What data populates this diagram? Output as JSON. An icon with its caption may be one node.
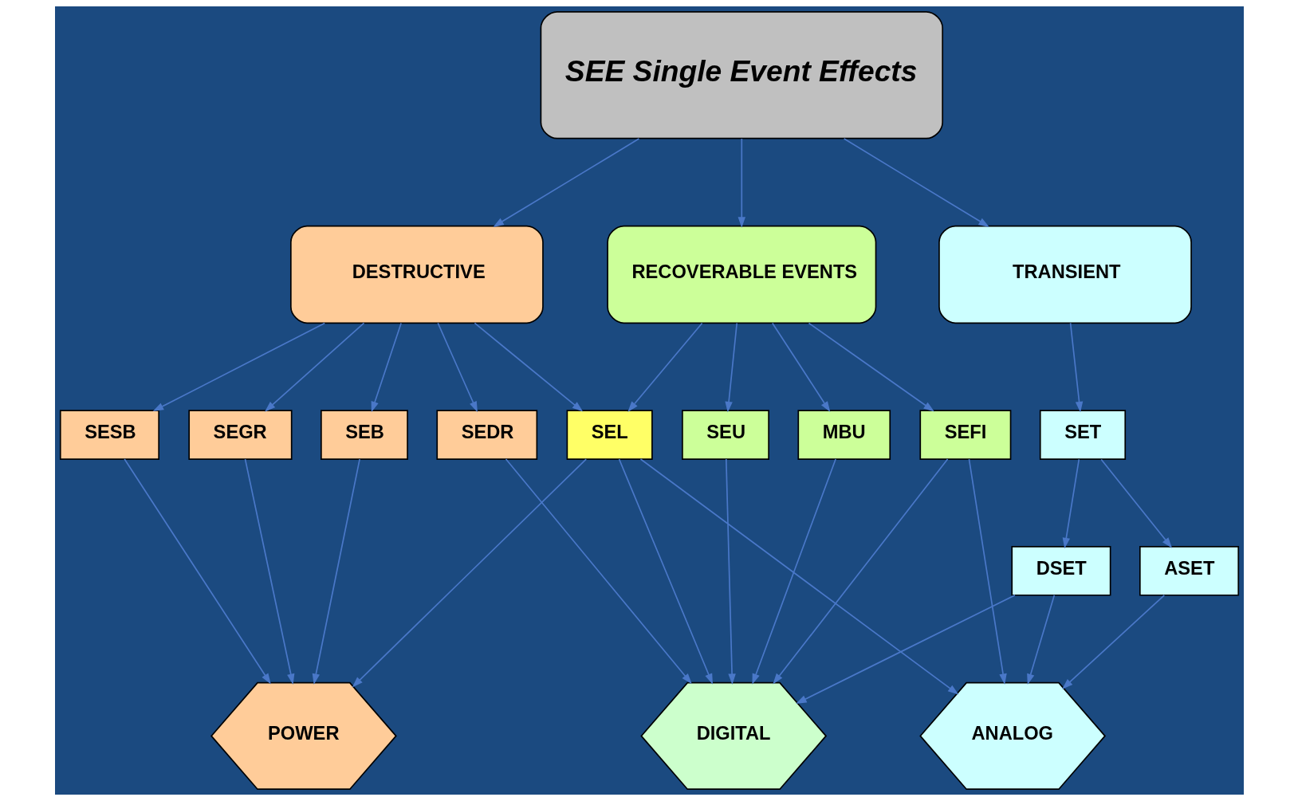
{
  "diagram": {
    "nodes": [
      {
        "text": [
          "SEE Single Event Effects"
        ]
      },
      {
        "text": [
          "DESTRUCTIVE"
        ]
      },
      {
        "text": [
          "RECOVERABLE EVENTS"
        ]
      },
      {
        "text": [
          "TRANSIENT"
        ]
      },
      {
        "text": [
          "SEB"
        ]
      },
      {
        "text": [
          "SEGR"
        ]
      },
      {
        "text": [
          "SESB"
        ]
      },
      {
        "text": [
          "SEDR"
        ]
      },
      {
        "text": [
          "SEL"
        ]
      },
      {
        "text": [
          "SEU"
        ]
      },
      {
        "text": [
          "MBU"
        ]
      },
      {
        "text": [
          "SEFI"
        ]
      },
      {
        "text": [
          "SET"
        ]
      },
      {
        "text": [
          "DSET"
        ]
      },
      {
        "text": [
          "ASET"
        ]
      },
      {
        "text": [
          "POWER"
        ]
      },
      {
        "text": [
          "DIGITAL"
        ]
      },
      {
        "text": [
          "ANALOG"
        ]
      }
    ],
    "edges": [
      {
        "from": 0,
        "to": 1,
        "arrow": "to"
      },
      {
        "from": 0,
        "to": 2,
        "arrow": "to"
      },
      {
        "from": 0,
        "to": 3,
        "arrow": "to"
      },
      {
        "from": 1,
        "to": 4,
        "arrow": "to"
      },
      {
        "from": 1,
        "to": 5,
        "arrow": "to"
      },
      {
        "from": 1,
        "to": 6,
        "arrow": "to"
      },
      {
        "from": 1,
        "to": 7,
        "arrow": "to"
      },
      {
        "from": 1,
        "to": 8,
        "arrow": "to"
      },
      {
        "from": 2,
        "to": 8,
        "arrow": "to"
      },
      {
        "from": 2,
        "to": 9,
        "arrow": "to"
      },
      {
        "from": 2,
        "to": 10,
        "arrow": "to"
      },
      {
        "from": 2,
        "to": 11,
        "arrow": "to"
      },
      {
        "from": 3,
        "to": 12,
        "arrow": "to"
      },
      {
        "from": 12,
        "to": 13,
        "arrow": "to"
      },
      {
        "from": 12,
        "to": 14,
        "arrow": "to"
      },
      {
        "from": 4,
        "to": 15,
        "arrow": "to"
      },
      {
        "from": 5,
        "to": 15,
        "arrow": "to"
      },
      {
        "from": 6,
        "to": 15,
        "arrow": "to"
      },
      {
        "from": 7,
        "to": 16,
        "arrow": "to"
      },
      {
        "from": 8,
        "to": 15,
        "arrow": "to"
      },
      {
        "from": 8,
        "to": 16,
        "arrow": "to"
      },
      {
        "from": 8,
        "to": 17,
        "arrow": "to"
      },
      {
        "from": 9,
        "to": 16,
        "arrow": "to"
      },
      {
        "from": 10,
        "to": 16,
        "arrow": "to"
      },
      {
        "from": 11,
        "to": 16,
        "arrow": "to"
      },
      {
        "from": 11,
        "to": 17,
        "arrow": "to"
      },
      {
        "from": 13,
        "to": 16,
        "arrow": "to"
      },
      {
        "from": 13,
        "to": 17,
        "arrow": "to"
      },
      {
        "from": 14,
        "to": 17,
        "arrow": "to"
      }
    ]
  }
}
